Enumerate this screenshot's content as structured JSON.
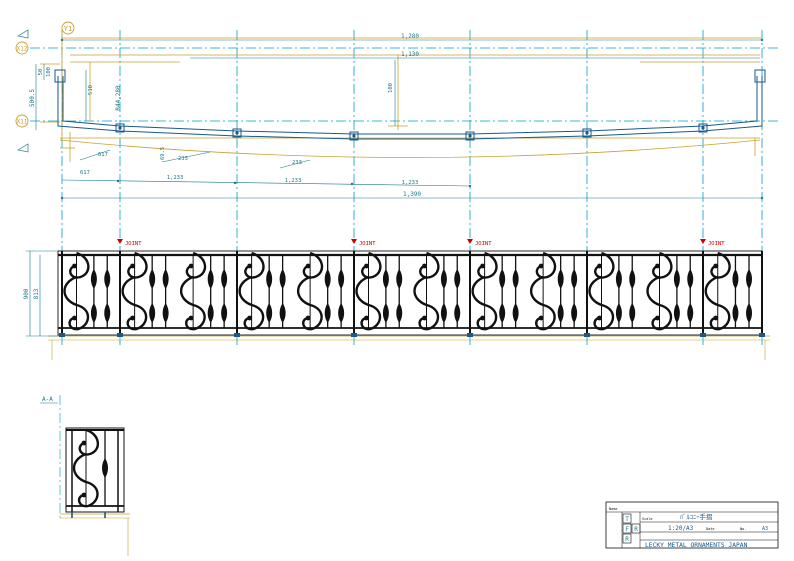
{
  "colors": {
    "grid": "#00a0c8",
    "dim": "#1a7a8a",
    "plan": "#1a5a8a",
    "beam": "#c8a030",
    "iron": "#111111",
    "joint": "#cc0000"
  },
  "grid_labels": {
    "y1": "Y1",
    "x12": "X12",
    "x11": "X11"
  },
  "plan_dims": {
    "overall_top": "1,280",
    "inner_top": "1,130",
    "radius": "R44,280",
    "left_height": "500.5",
    "offset_a": "510",
    "offset_b": "100",
    "left_small_a": "50",
    "left_small_b": "100",
    "seg_617": "617",
    "seg_617b": "617",
    "seg_233a": "233",
    "seg_233b": "233",
    "gap_a": "69.5",
    "chain_1": "1,233",
    "chain_2": "1,233",
    "chain_3": "1,233",
    "overall_bottom": "1,390"
  },
  "elevation": {
    "joint_label": "JOINT",
    "height_total": "900",
    "height_rail": "813"
  },
  "section_label": "A-A",
  "title_block": {
    "label_name": "Name",
    "project": "ﾊﾞﾙｺﾆｰ手摺",
    "label_scale": "Scale",
    "scale": "1:20/A3",
    "label_date": "Date",
    "label_no": "No.",
    "sheet_no": "A3",
    "company": "LECKY METAL ORNAMENTS JAPAN",
    "view_t": "T",
    "view_f": "F",
    "view_r": "R"
  }
}
